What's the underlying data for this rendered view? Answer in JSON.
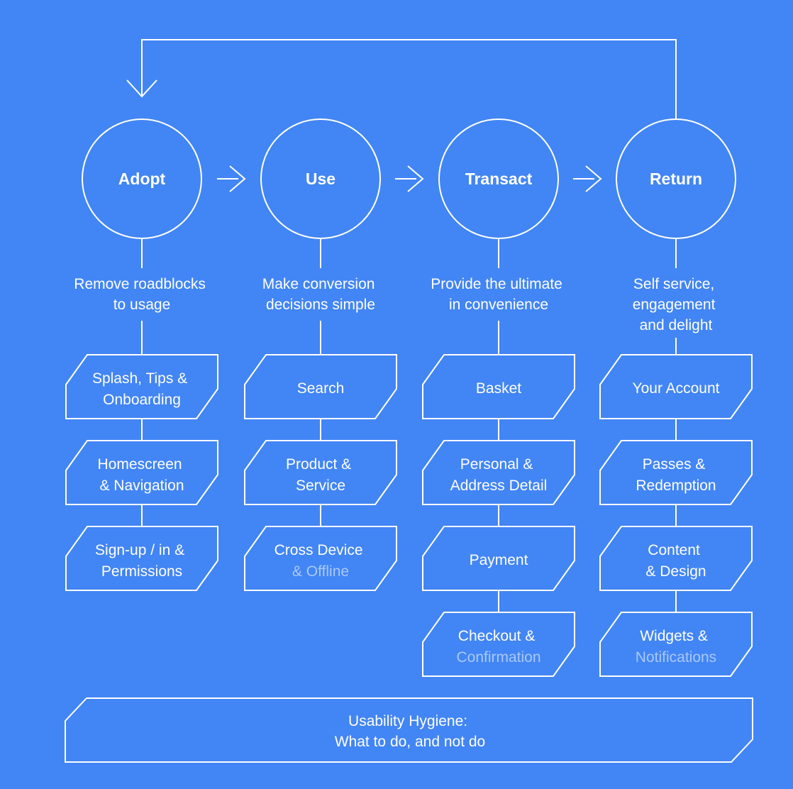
{
  "palette": {
    "background": "#4285f4",
    "line": "#ffffff",
    "text": "#ffffff",
    "muted_text": "rgba(255,255,255,0.55)"
  },
  "stages": [
    {
      "label": "Adopt",
      "description_lines": [
        "Remove roadblocks",
        "to usage"
      ],
      "boxes": [
        {
          "lines": [
            "Splash, Tips &",
            "Onboarding"
          ]
        },
        {
          "lines": [
            "Homescreen",
            "& Navigation"
          ]
        },
        {
          "lines": [
            "Sign-up / in &",
            "Permissions"
          ]
        }
      ]
    },
    {
      "label": "Use",
      "description_lines": [
        "Make conversion",
        "decisions simple"
      ],
      "boxes": [
        {
          "lines": [
            "Search"
          ]
        },
        {
          "lines": [
            "Product &",
            "Service"
          ]
        },
        {
          "lines": [
            "Cross Device",
            "& Offline"
          ]
        }
      ]
    },
    {
      "label": "Transact",
      "description_lines": [
        "Provide the ultimate",
        "in convenience"
      ],
      "boxes": [
        {
          "lines": [
            "Basket"
          ]
        },
        {
          "lines": [
            "Personal &",
            "Address Detail"
          ]
        },
        {
          "lines": [
            "Payment"
          ]
        },
        {
          "lines": [
            "Checkout &",
            "Confirmation"
          ]
        }
      ]
    },
    {
      "label": "Return",
      "description_lines": [
        "Self service,",
        "engagement",
        "and delight"
      ],
      "boxes": [
        {
          "lines": [
            "Your Account"
          ]
        },
        {
          "lines": [
            "Passes &",
            "Redemption"
          ]
        },
        {
          "lines": [
            "Content",
            "& Design"
          ]
        },
        {
          "lines": [
            "Widgets &",
            "Notifications"
          ]
        }
      ]
    }
  ],
  "footer": {
    "lines": [
      "Usability Hygiene:",
      "What to do, and not do"
    ]
  }
}
